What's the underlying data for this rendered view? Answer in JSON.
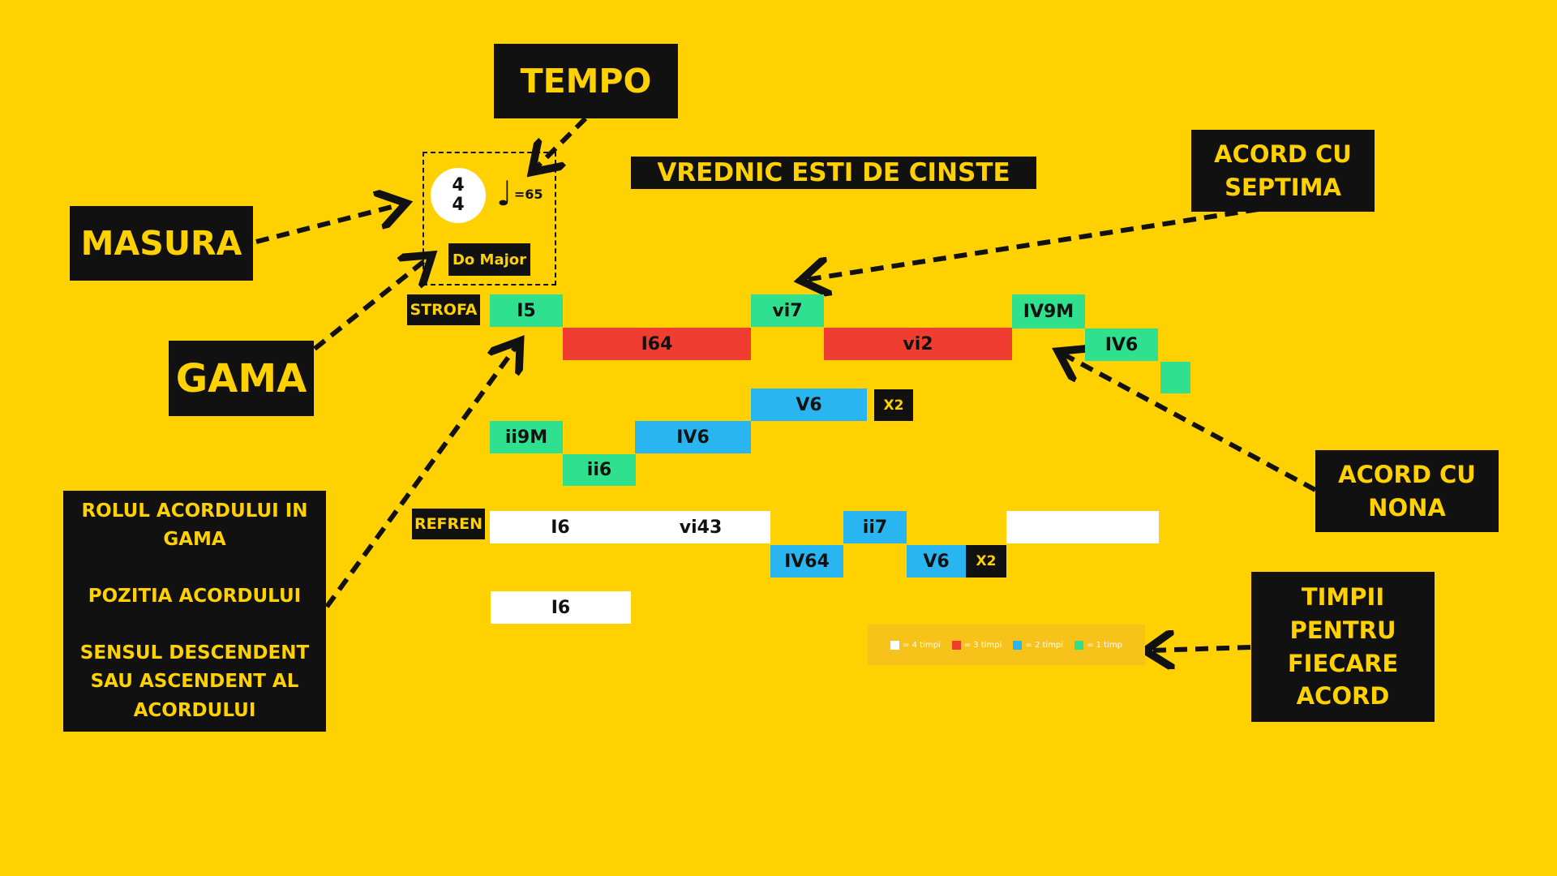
{
  "title": "VREDNIC ESTI DE CINSTE",
  "annotations": {
    "tempo": "TEMPO",
    "masura": "MASURA",
    "gama": "GAMA",
    "septima_line1": "ACORD CU",
    "septima_line2": "SEPTIMA",
    "nona_line1": "ACORD CU",
    "nona_line2": "NONA",
    "timpi_lines": [
      "TIMPII",
      "PENTRU",
      "FIECARE",
      "ACORD"
    ],
    "rol": {
      "line1": "ROLUL ACORDULUI IN",
      "line2": "GAMA",
      "line3": "POZITIA ACORDULUI",
      "line4": "SENSUL DESCENDENT",
      "line5": "SAU ASCENDENT AL",
      "line6": "ACORDULUI"
    }
  },
  "header": {
    "time_signature_top": "4",
    "time_signature_bottom": "4",
    "tempo_note": "♩",
    "tempo_value": "=65",
    "key": "Do Major"
  },
  "sections": {
    "strofa": "STROFA",
    "refren": "REFREN"
  },
  "colors": {
    "background": "#FFD100",
    "dark": "#111111",
    "four_beats": "#FFFFFF",
    "three_beats": "#F03D32",
    "two_beats": "#29B6F0",
    "one_beat": "#2FE08E"
  },
  "chords": {
    "strofa": {
      "c1": "I5",
      "c2": "I64",
      "c3": "vi7",
      "c4": "vi2",
      "c5": "IV9M",
      "c6": "IV6",
      "c7": "",
      "c8": "V6",
      "repeat": "X2",
      "c9": "ii9M",
      "c10": "IV6",
      "c11": "ii6"
    },
    "refren": {
      "c1": "I6",
      "c2": "vi43",
      "c3": "ii7",
      "c4": "",
      "c5": "IV64",
      "c6": "V6",
      "repeat": "X2",
      "c7": "I6"
    }
  },
  "legend": {
    "four": "= 4 timpi",
    "three": "= 3 timpi",
    "two": "= 2 timpi",
    "one": "= 1 timp"
  }
}
